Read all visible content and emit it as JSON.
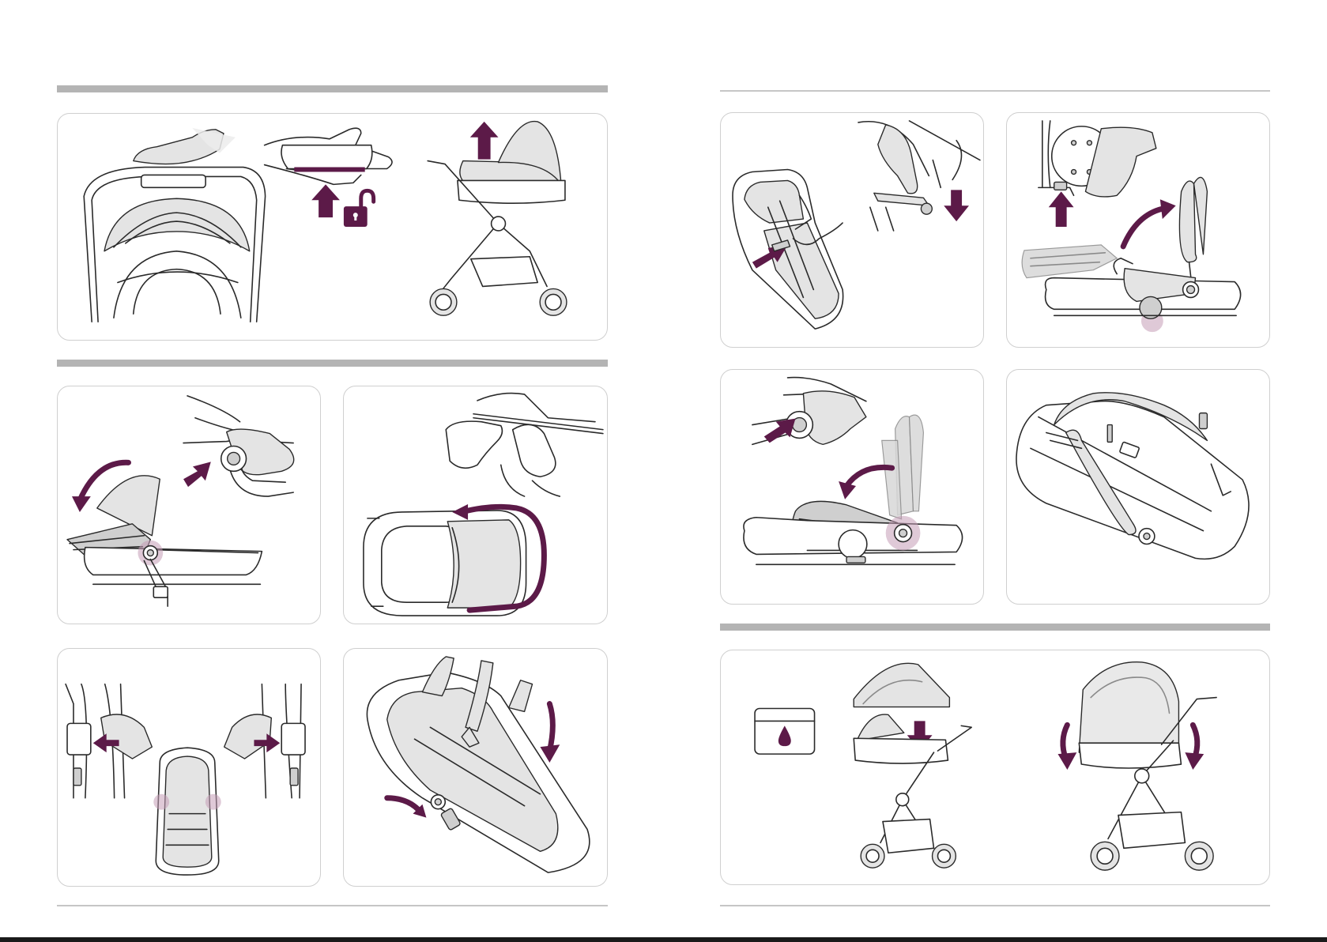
{
  "colors": {
    "accent": "#5c1a48",
    "highlight": "#c59cb6",
    "section_rule": "#b4b4b4",
    "panel_border": "#cfcfcf"
  },
  "left_page": {
    "sections": [
      {
        "panels": [
          {
            "name": "step-press-handle-release",
            "icons": [
              "hand-icon",
              "release-button-icon"
            ]
          },
          {
            "name": "step-unlock-handle",
            "icons": [
              "hand-icon",
              "arrow-up-icon",
              "unlock-padlock-icon"
            ]
          },
          {
            "name": "step-lift-carrycot-off-stroller",
            "icons": [
              "arrow-up-icon",
              "stroller-icon",
              "carrycot-icon"
            ]
          }
        ]
      },
      {
        "panels": [
          {
            "name": "step-press-hood-button-rotate",
            "icons": [
              "arrow-rotate-icon",
              "arrow-right-icon",
              "hood-button-icon"
            ]
          },
          {
            "name": "step-unzip-hood-fabric",
            "icons": [
              "zipper-icon",
              "arrow-around-icon"
            ]
          },
          {
            "name": "step-press-side-buttons",
            "icons": [
              "arrow-left-icon",
              "arrow-right-icon",
              "side-button-icon"
            ]
          },
          {
            "name": "step-fold-carrycot-sides",
            "icons": [
              "arrow-down-icon",
              "arrow-curved-icon"
            ]
          }
        ]
      }
    ]
  },
  "right_page": {
    "sections": [
      {
        "panels": [
          {
            "name": "step-slide-bar-into-fabric",
            "icons": [
              "arrow-right-icon",
              "arrow-down-icon"
            ]
          },
          {
            "name": "step-press-button-raise-hood",
            "icons": [
              "arrow-up-icon",
              "arrow-curved-icon",
              "hood-pivot-icon"
            ]
          },
          {
            "name": "step-press-button-lower-hood",
            "icons": [
              "arrow-right-icon",
              "arrow-curved-icon",
              "hood-pivot-icon"
            ]
          },
          {
            "name": "step-folded-carrycot",
            "icons": [
              "folded-carrycot-icon"
            ]
          }
        ]
      },
      {
        "panels": [
          {
            "name": "step-rain-cover-pouch",
            "icons": [
              "water-drop-icon",
              "pouch-icon"
            ]
          },
          {
            "name": "step-attach-rain-cover",
            "icons": [
              "rain-cover-icon",
              "arrow-down-icon",
              "stroller-icon"
            ]
          },
          {
            "name": "step-rain-cover-fitted",
            "icons": [
              "arrow-down-icon",
              "stroller-icon"
            ]
          }
        ]
      }
    ]
  }
}
